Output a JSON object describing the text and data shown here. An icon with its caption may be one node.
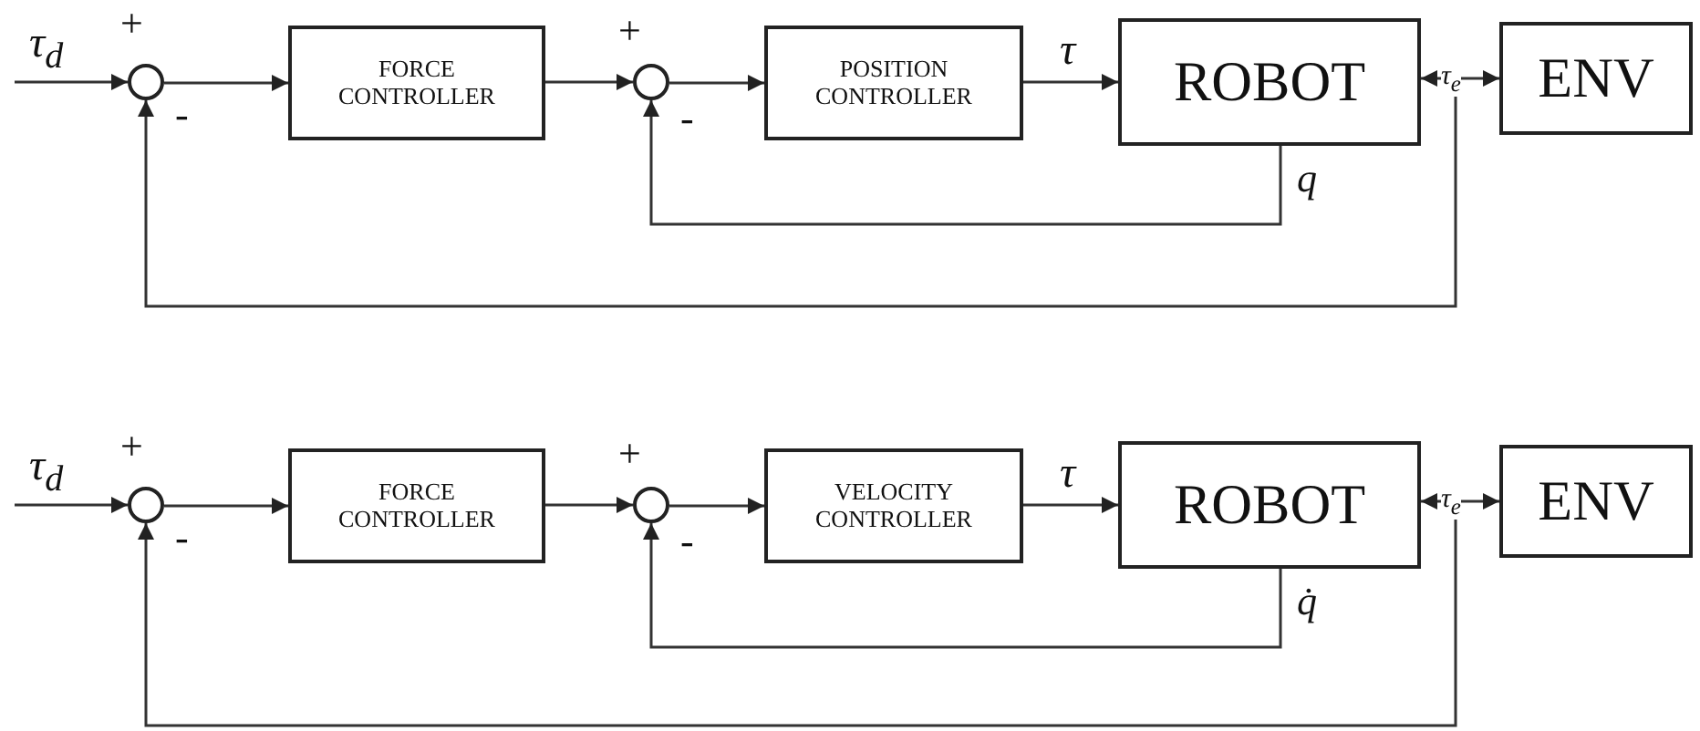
{
  "diagram": {
    "nodes": [
      {
        "text": [],
        "shape": "circle"
      },
      {
        "text": [
          "FORCE CONTROLLER"
        ]
      },
      {
        "text": [],
        "shape": "circle"
      },
      {
        "text": [
          "POSITION CONTROLLER"
        ]
      },
      {
        "text": [
          "ROBOT"
        ]
      },
      {
        "text": [
          "ENV"
        ]
      },
      {
        "text": [],
        "shape": "circle"
      },
      {
        "text": [
          "FORCE CONTROLLER"
        ]
      },
      {
        "text": [],
        "shape": "circle"
      },
      {
        "text": [
          "VELOCITY CONTROLLER"
        ]
      },
      {
        "text": [
          "ROBOT"
        ]
      },
      {
        "text": [
          "ENV"
        ]
      }
    ],
    "edges": [
      {
        "from": null,
        "to": 0,
        "arrow": "to",
        "label": "τ$_{d}$"
      },
      {
        "from": 0,
        "to": 1,
        "arrow": "to"
      },
      {
        "from": 1,
        "to": 2,
        "arrow": "to"
      },
      {
        "from": 2,
        "to": 3,
        "arrow": "to"
      },
      {
        "from": 3,
        "to": 4,
        "arrow": "to",
        "label": "τ"
      },
      {
        "from": 4,
        "to": 5,
        "arrow": "both",
        "label": "τ$_{e}$"
      },
      {
        "from": 4,
        "to": 2,
        "arrow": "to",
        "label": "q"
      },
      {
        "from": null,
        "to": 0,
        "arrow": "to"
      },
      {
        "from": null,
        "to": 6,
        "arrow": "to",
        "label": "τ$_{d}$"
      },
      {
        "from": 6,
        "to": 7,
        "arrow": "to"
      },
      {
        "from": 7,
        "to": 8,
        "arrow": "to"
      },
      {
        "from": 8,
        "to": 9,
        "arrow": "to"
      },
      {
        "from": 9,
        "to": 10,
        "arrow": "to",
        "label": "τ"
      },
      {
        "from": 10,
        "to": 11,
        "arrow": "both",
        "label": "τ$_{e}$"
      },
      {
        "from": 10,
        "to": 8,
        "arrow": "to",
        "label": "q̇"
      },
      {
        "from": null,
        "to": 6,
        "arrow": "to"
      }
    ],
    "labels": [
      "+",
      "-",
      "+",
      "-",
      "+",
      "-",
      "+",
      "-"
    ]
  }
}
